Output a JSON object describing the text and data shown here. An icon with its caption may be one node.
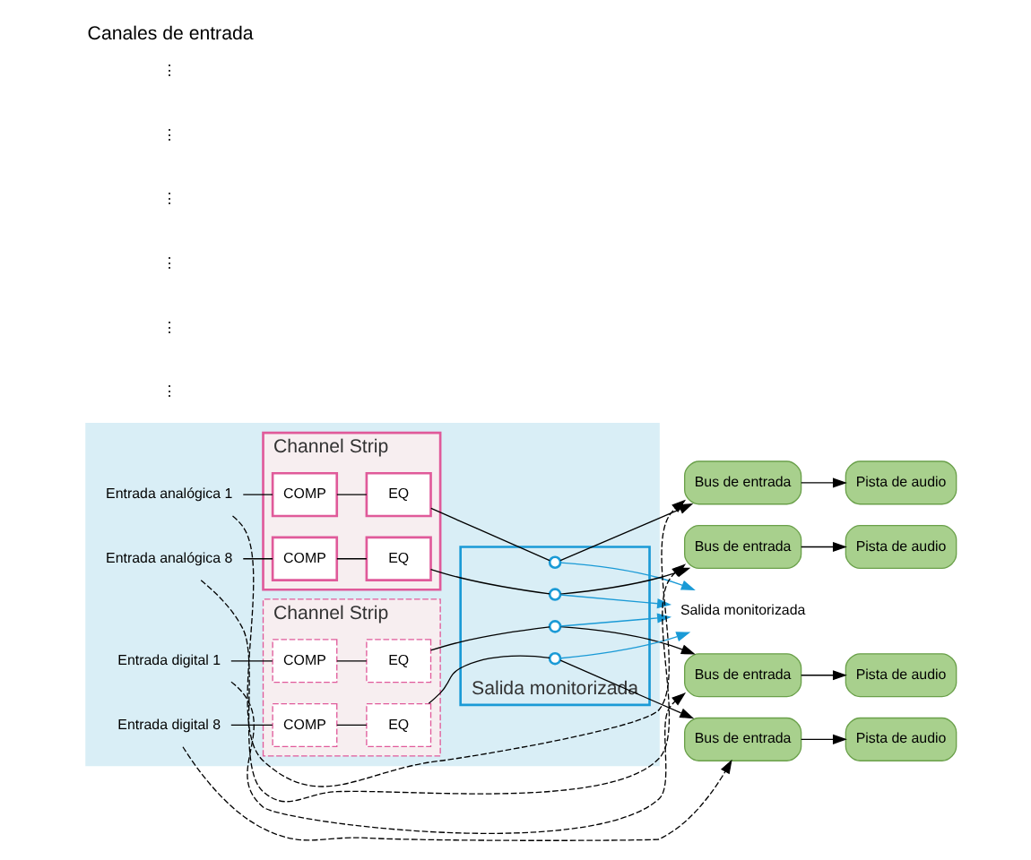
{
  "diagram": {
    "title": "Canales de entrada",
    "nodes": [
      {
        "text": [],
        "shape": "box"
      },
      {
        "text": [
          "Channel Strip"
        ],
        "in": 0
      },
      {
        "text": [
          "COMP"
        ],
        "in": 1
      },
      {
        "text": [
          "EQ"
        ],
        "in": 1
      },
      {
        "text": [
          "COMP"
        ],
        "in": 1
      },
      {
        "text": [
          "EQ"
        ],
        "in": 1
      },
      {
        "text": [
          "Channel Strip"
        ],
        "in": 0
      },
      {
        "text": [
          "COMP"
        ],
        "in": 6
      },
      {
        "text": [
          "EQ"
        ],
        "in": 6
      },
      {
        "text": [
          "COMP"
        ],
        "in": 6
      },
      {
        "text": [
          "EQ"
        ],
        "in": 6
      },
      {
        "text": [
          "Salida monitorizada"
        ],
        "in": 0
      },
      {
        "text": [],
        "shape": "circle",
        "in": 11
      },
      {
        "text": [],
        "shape": "circle",
        "in": 11
      },
      {
        "text": [],
        "shape": "circle",
        "in": 11
      },
      {
        "text": [],
        "shape": "circle",
        "in": 11
      },
      {
        "text": [
          "Entrada analógica 1"
        ],
        "in": 0
      },
      {
        "text": [
          "Entrada analógica 8"
        ],
        "in": 0
      },
      {
        "text": [
          "Entrada digital 1"
        ],
        "in": 0
      },
      {
        "text": [
          "Entrada digital 8"
        ],
        "in": 0
      },
      {
        "text": [
          "Bus de entrada"
        ]
      },
      {
        "text": [
          "Bus de entrada"
        ]
      },
      {
        "text": [
          "Bus de entrada"
        ]
      },
      {
        "text": [
          "Bus de entrada"
        ]
      },
      {
        "text": [
          "Pista de audio"
        ]
      },
      {
        "text": [
          "Pista de audio"
        ]
      },
      {
        "text": [
          "Pista de audio"
        ]
      },
      {
        "text": [
          "Pista de audio"
        ]
      },
      {
        "text": [
          "Salida monitorizada"
        ]
      }
    ],
    "edges": [
      {
        "from": 16,
        "to": 2,
        "arrow": "none"
      },
      {
        "from": 2,
        "to": 3,
        "arrow": "none"
      },
      {
        "from": 3,
        "to": 12,
        "arrow": "none"
      },
      {
        "from": 12,
        "to": 20,
        "arrow": "to"
      },
      {
        "from": 16,
        "to": 20,
        "arrow": "to",
        "style": "dashed"
      },
      {
        "from": 20,
        "to": 24,
        "arrow": "to"
      },
      {
        "from": 12,
        "to": 28,
        "arrow": "to",
        "color": "#1a9ad6"
      },
      {
        "from": 17,
        "to": 4,
        "arrow": "none"
      },
      {
        "from": 4,
        "to": 5,
        "arrow": "none"
      },
      {
        "from": 5,
        "to": 13,
        "arrow": "none"
      },
      {
        "from": 13,
        "to": 21,
        "arrow": "to"
      },
      {
        "from": 17,
        "to": 21,
        "arrow": "to",
        "style": "dashed"
      },
      {
        "from": 21,
        "to": 25,
        "arrow": "to"
      },
      {
        "from": 13,
        "to": 28,
        "arrow": "to",
        "color": "#1a9ad6"
      },
      {
        "from": 18,
        "to": 7,
        "arrow": "none"
      },
      {
        "from": 7,
        "to": 8,
        "arrow": "none"
      },
      {
        "from": 8,
        "to": 14,
        "arrow": "none"
      },
      {
        "from": 14,
        "to": 22,
        "arrow": "to"
      },
      {
        "from": 18,
        "to": 22,
        "arrow": "to",
        "style": "dashed"
      },
      {
        "from": 22,
        "to": 26,
        "arrow": "to"
      },
      {
        "from": 14,
        "to": 28,
        "arrow": "to",
        "color": "#1a9ad6"
      },
      {
        "from": 19,
        "to": 9,
        "arrow": "none"
      },
      {
        "from": 9,
        "to": 10,
        "arrow": "none"
      },
      {
        "from": 10,
        "to": 15,
        "arrow": "none"
      },
      {
        "from": 15,
        "to": 23,
        "arrow": "to"
      },
      {
        "from": 19,
        "to": 23,
        "arrow": "to",
        "style": "dashed"
      },
      {
        "from": 23,
        "to": 27,
        "arrow": "to"
      },
      {
        "from": 15,
        "to": 28,
        "arrow": "to",
        "color": "#1a9ad6"
      }
    ],
    "labels": [
      "⋮",
      "⋮",
      "⋮",
      "⋮",
      "⋮",
      "⋮"
    ]
  }
}
